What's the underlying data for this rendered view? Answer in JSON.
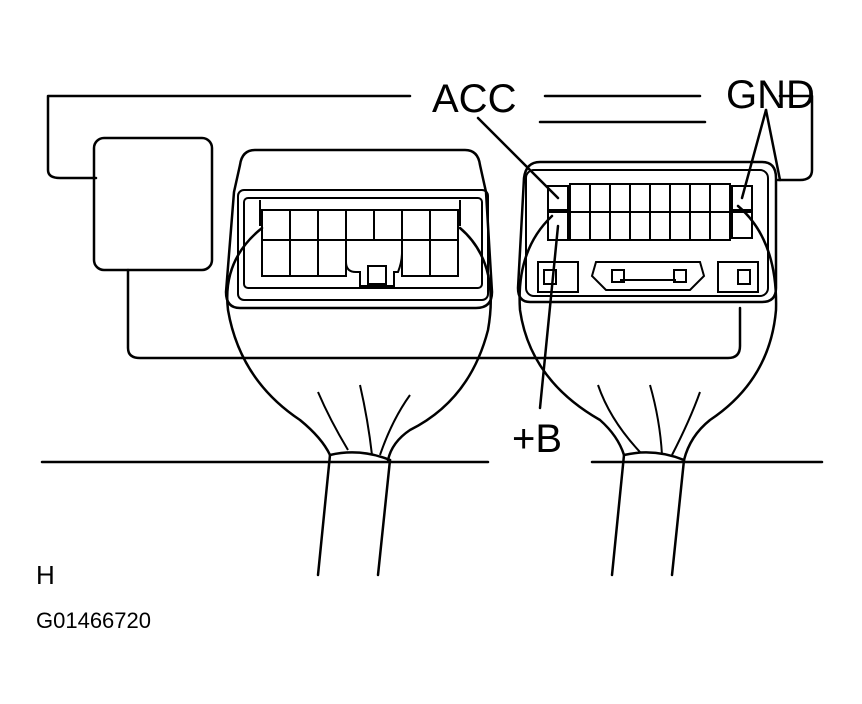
{
  "labels": {
    "acc": "ACC",
    "gnd": "GND",
    "plus_b": "+B",
    "view_letter": "H",
    "figure_code": "G01466720"
  },
  "colors": {
    "line": "#000000",
    "background": "#ffffff"
  }
}
